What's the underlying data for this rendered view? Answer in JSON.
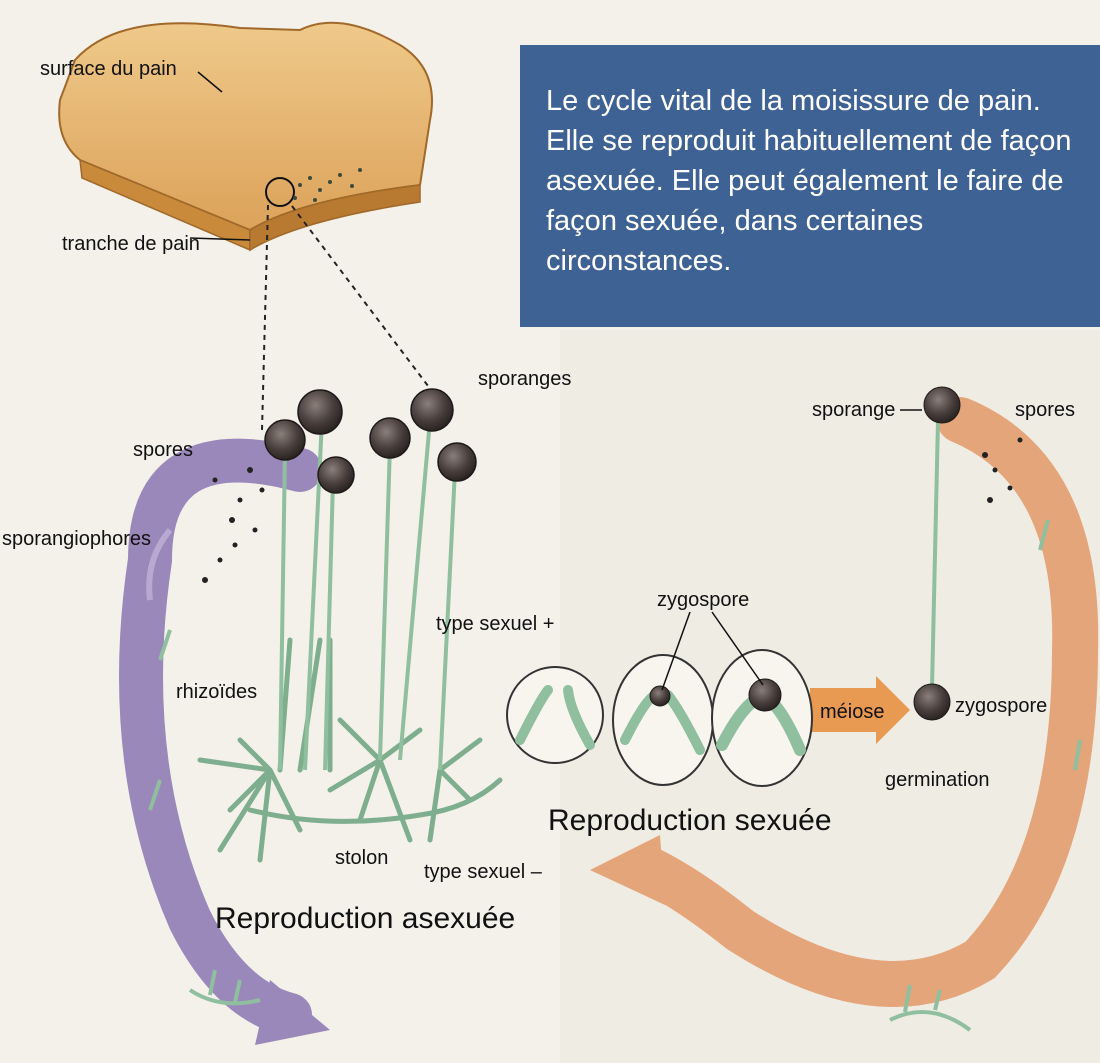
{
  "callout": {
    "text": "Le cycle vital de la moisissure de pain. Elle se reproduit habituellement de façon asexuée.  Elle peut également le faire de façon sexuée, dans certaines circonstances."
  },
  "labels": {
    "bread_surface": "surface du pain",
    "bread_slice": "tranche de pain",
    "sporangia": "sporanges",
    "spores_left": "spores",
    "sporangiophores": "sporangiophores",
    "rhizoids": "rhizoïdes",
    "stolon": "stolon",
    "mating_plus": "type sexuel +",
    "mating_minus": "type sexuel –",
    "zygospore_top": "zygospore",
    "meiosis": "méiose",
    "zygospore_right": "zygospore",
    "germination": "germination",
    "sporangium": "sporange",
    "spores_right": "spores"
  },
  "headings": {
    "asexual": "Reproduction asexuée",
    "sexual": "Reproduction sexuée"
  },
  "colors": {
    "callout_bg": "#3e6294",
    "asexual_arrow": "#9a88ba",
    "sexual_arrow": "#e5a57a",
    "meiosis_arrow": "#e89a52",
    "hyphae": "#8fbf9e",
    "sporangium": "#5a4f4c",
    "bread_crust": "#c98a3c",
    "bread_face": "#e8b86c"
  }
}
